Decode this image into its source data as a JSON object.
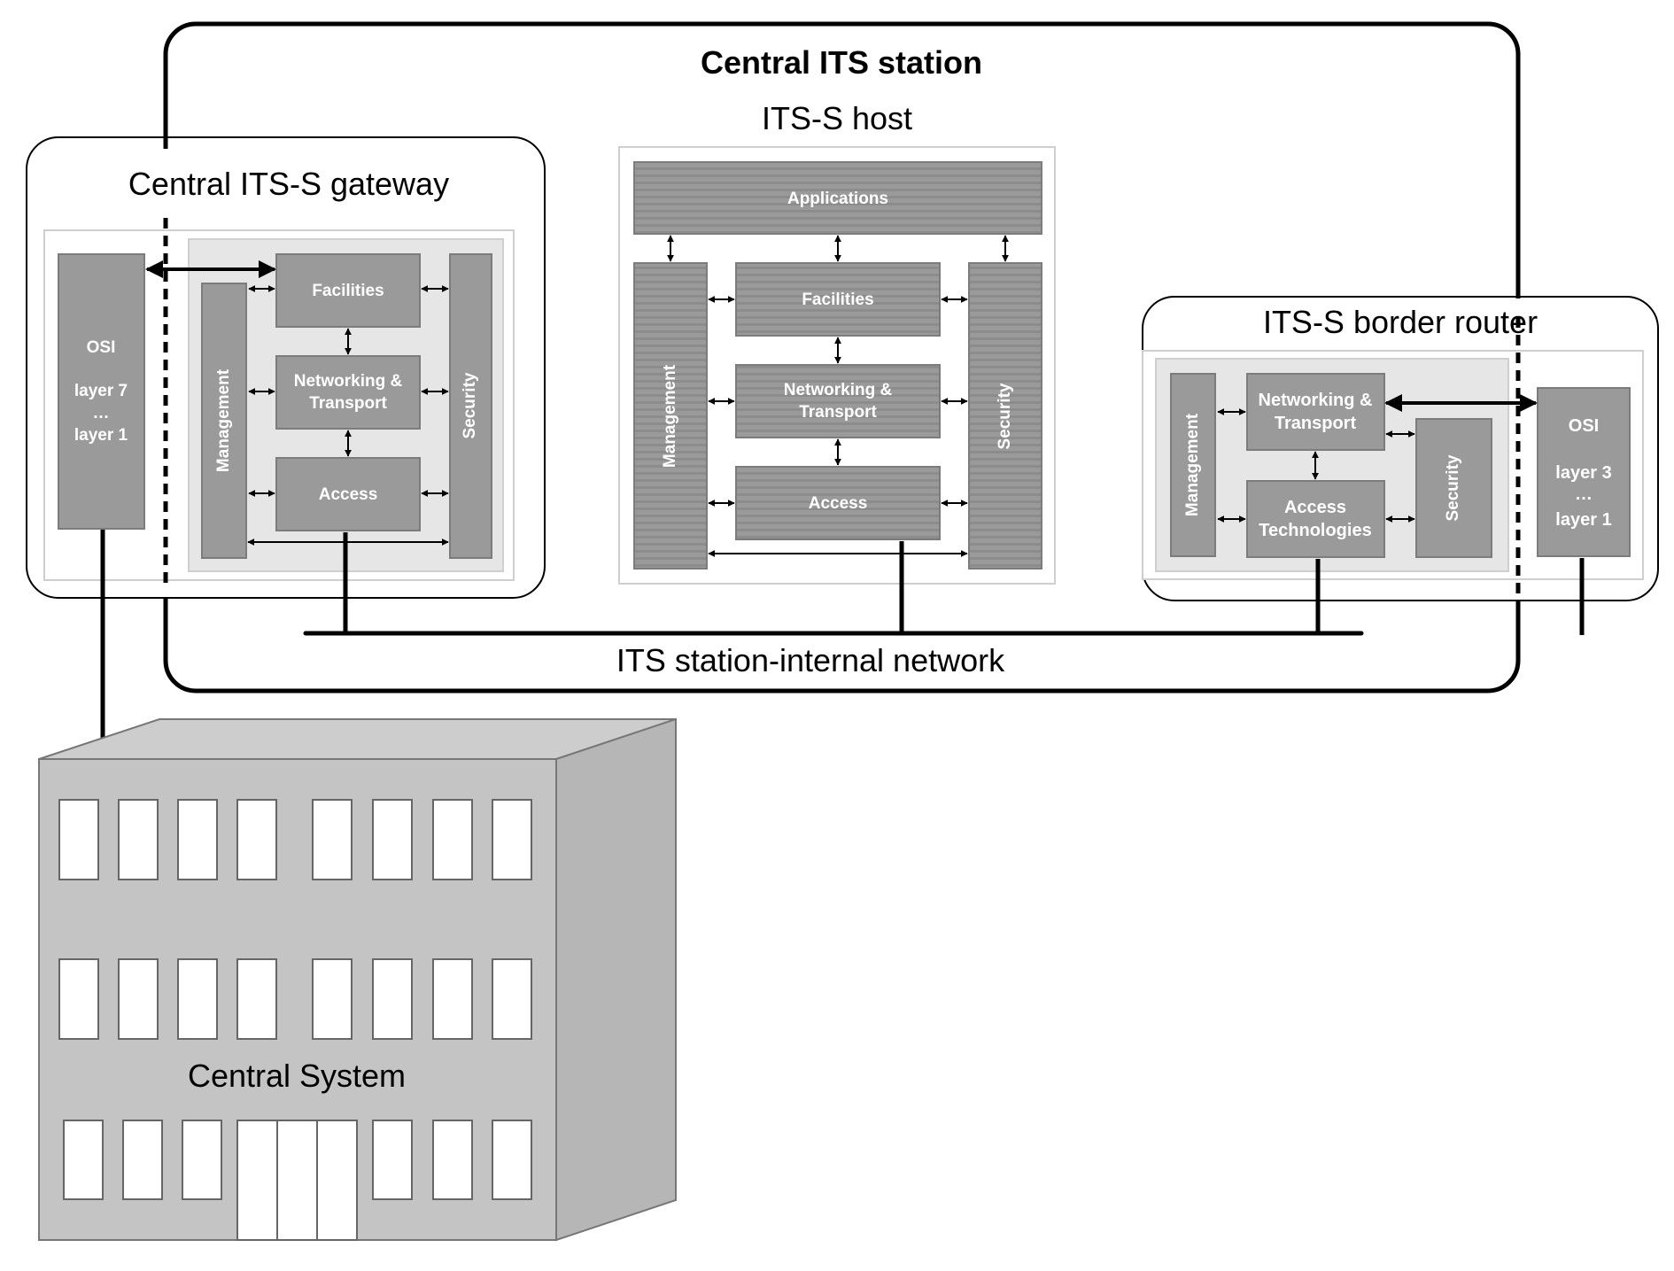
{
  "central_station": {
    "title": "Central ITS station"
  },
  "gateway": {
    "title": "Central ITS-S gateway",
    "osi": {
      "title": "OSI",
      "top": "layer 7",
      "dots": "…",
      "bottom": "layer 1"
    },
    "management": "Management",
    "facilities": "Facilities",
    "networking": [
      "Networking &",
      "Transport"
    ],
    "access": "Access",
    "security": "Security"
  },
  "host": {
    "title": "ITS-S host",
    "applications": "Applications",
    "management": "Management",
    "facilities": "Facilities",
    "networking": [
      "Networking &",
      "Transport"
    ],
    "access": "Access",
    "security": "Security"
  },
  "router": {
    "title": "ITS-S border router",
    "management": "Management",
    "networking": [
      "Networking &",
      "Transport"
    ],
    "access": [
      "Access",
      "Technologies"
    ],
    "security": "Security",
    "osi": {
      "title": "OSI",
      "top": "layer 3",
      "dots": "…",
      "bottom": "layer 1"
    }
  },
  "network_label": "ITS station-internal network",
  "central_system": {
    "title": "Central System"
  },
  "colors": {
    "block": "#9a9a9a",
    "block_border": "#7c7c7c",
    "panel": "#e6e6e6",
    "building_front": "#c4c4c4",
    "building_side": "#b6b6b6",
    "building_roof": "#cdcdcd"
  }
}
